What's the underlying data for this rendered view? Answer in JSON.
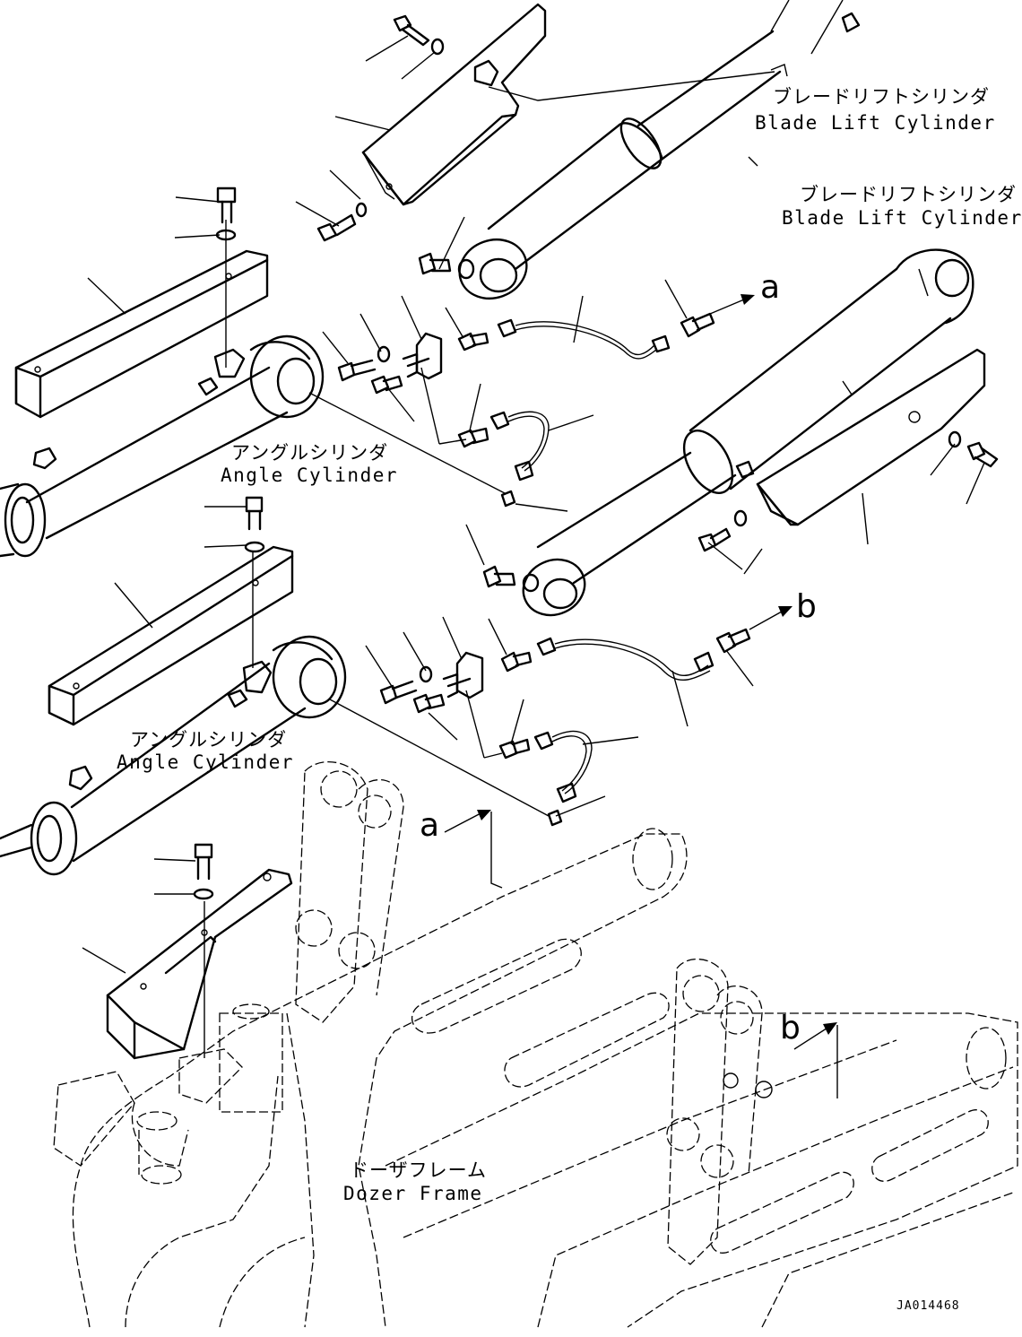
{
  "labels": {
    "blade_lift_cylinder_upper": {
      "jp": "ブレードリフトシリンダ",
      "en": "Blade Lift Cylinder"
    },
    "blade_lift_cylinder_right": {
      "jp": "ブレードリフトシリンダ",
      "en": "Blade Lift Cylinder"
    },
    "angle_cylinder_upper": {
      "jp": "アングルシリンダ",
      "en": "Angle Cylinder"
    },
    "angle_cylinder_lower": {
      "jp": "アングルシリンダ",
      "en": "Angle Cylinder"
    },
    "dozer_frame": {
      "jp": "ドーザフレーム",
      "en": "Dozer Frame"
    }
  },
  "arrows": {
    "a_top": "a",
    "b_top": "b",
    "a_frame": "a",
    "b_frame": "b"
  },
  "drawing_code": "JA014468"
}
